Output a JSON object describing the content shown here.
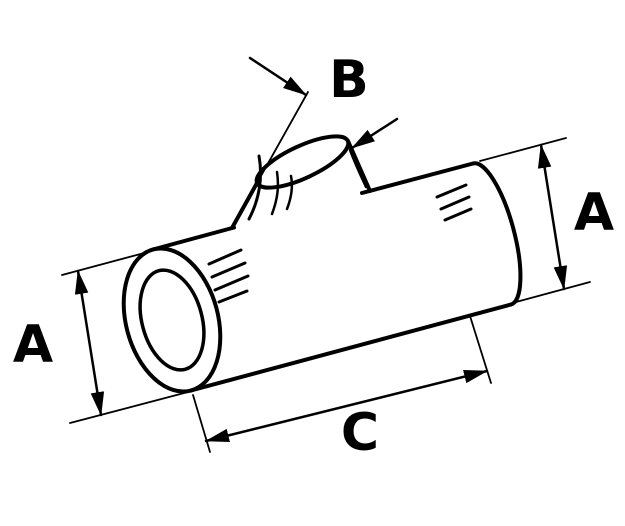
{
  "diagram": {
    "description": "Technical line drawing of a cylindrical hose connector with a branch stub, annotated with diameter and length dimensions",
    "background_color": "#ffffff",
    "line_color": "#000000",
    "labels": {
      "left_diameter": "A",
      "right_diameter": "A",
      "branch_diameter": "B",
      "length": "C"
    }
  }
}
